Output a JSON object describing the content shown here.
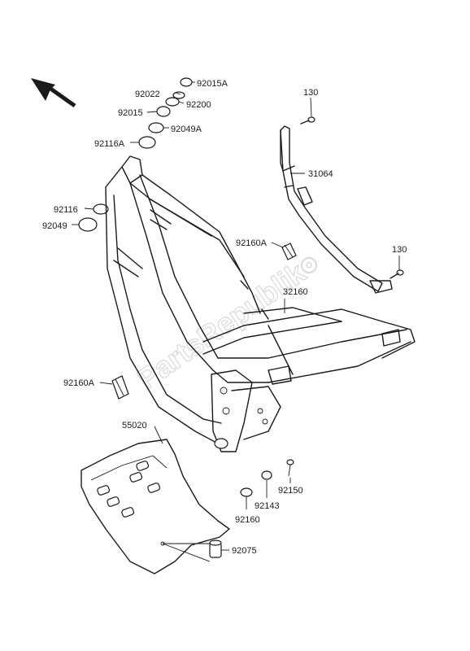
{
  "labels": {
    "p92022": "92022",
    "p92015A": "92015A",
    "p92015": "92015",
    "p92200": "92200",
    "p92116A": "92116A",
    "p92049A": "92049A",
    "p92116": "92116",
    "p92049": "92049",
    "p92160A_top": "92160A",
    "p92160A_left": "92160A",
    "p130_top": "130",
    "p31064": "31064",
    "p130_right": "130",
    "p32160": "32160",
    "p55020": "55020",
    "p92150": "92150",
    "p92143": "92143",
    "p92160": "92160",
    "p92075": "92075"
  },
  "watermark": "PartsRepublik",
  "colors": {
    "line": "#1a1a1a",
    "watermark": "#d9d9d9",
    "background": "#ffffff"
  },
  "icons": {
    "direction": "arrow-up-left-icon",
    "gear": "gear-icon"
  }
}
